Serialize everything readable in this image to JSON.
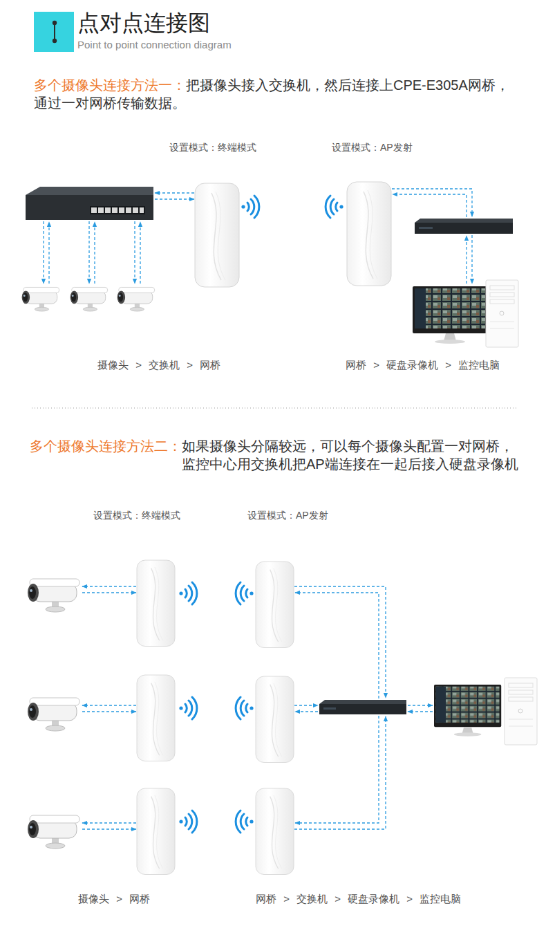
{
  "diagram": {
    "title": "点对点连接图",
    "labels": [
      "Point to point connection diagram",
      "多个摄像头连接方法一：",
      "把摄像头接入交换机，然后连接上CPE-E305A网桥，通过一对网桥传输数据。",
      "设置模式：终端模式",
      "设置模式：AP发射",
      "摄像头 > 交换机 > 网桥",
      "网桥 > 硬盘录像机 > 监控电脑",
      "多个摄像头连接方法二：",
      "如果摄像头分隔较远，可以每个摄像头配置一对网桥，监控中心用交换机把AP端连接在一起后接入硬盘录像机",
      "设置模式：终端模式",
      "设置模式：AP发射",
      "摄像头 > 网桥",
      "网桥 > 交换机 > 硬盘录像机 > 监控电脑"
    ]
  }
}
